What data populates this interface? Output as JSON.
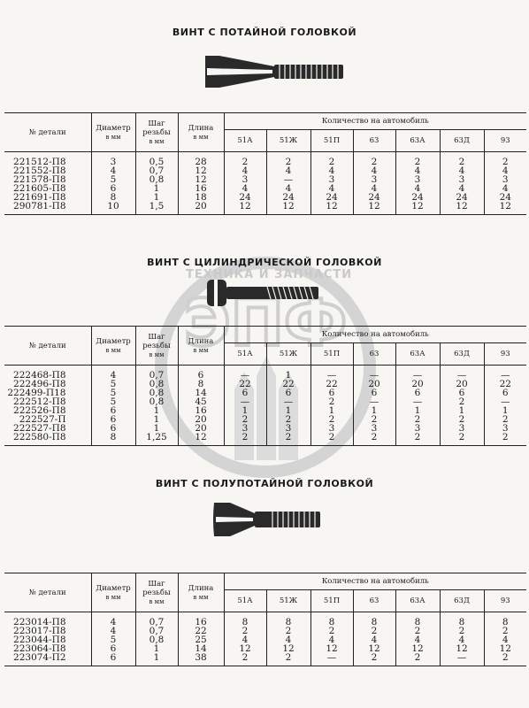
{
  "columns": {
    "part_no": "№ детали",
    "diameter": "Диаметр",
    "diameter_unit": "в мм",
    "pitch": "Шаг резьбы",
    "pitch_unit": "в мм",
    "length": "Длина",
    "length_unit": "в мм",
    "qty_group": "Количество на автомобиль",
    "models": [
      "51А",
      "51Ж",
      "51П",
      "63",
      "63А",
      "63Д",
      "93"
    ]
  },
  "watermark": {
    "text": "ТЕХНИКА И ЗАПЧАСТИ",
    "logo": "ЭПФ"
  },
  "sections": [
    {
      "title": "ВИНТ С ПОТАЙНОЙ ГОЛОВКОЙ",
      "rows": [
        [
          "221512-П8",
          "3",
          "0,5",
          "28",
          "2",
          "2",
          "2",
          "2",
          "2",
          "2",
          "2"
        ],
        [
          "221552-П8",
          "4",
          "0,7",
          "12",
          "4",
          "4",
          "4",
          "4",
          "4",
          "4",
          "4"
        ],
        [
          "221578-П8",
          "5",
          "0,8",
          "12",
          "3",
          "—",
          "3",
          "3",
          "3",
          "3",
          "3"
        ],
        [
          "221605-П8",
          "6",
          "1",
          "16",
          "4",
          "4",
          "4",
          "4",
          "4",
          "4",
          "4"
        ],
        [
          "221691-П8",
          "8",
          "1",
          "18",
          "24",
          "24",
          "24",
          "24",
          "24",
          "24",
          "24"
        ],
        [
          "290781-П8",
          "10",
          "1,5",
          "20",
          "12",
          "12",
          "12",
          "12",
          "12",
          "12",
          "12"
        ]
      ]
    },
    {
      "title": "ВИНТ С ЦИЛИНДРИЧЕСКОЙ ГОЛОВКОЙ",
      "rows": [
        [
          "222468-П8",
          "4",
          "0,7",
          "6",
          "—",
          "1",
          "—",
          "—",
          "—",
          "—",
          "—"
        ],
        [
          "222496-П8",
          "5",
          "0,8",
          "8",
          "22",
          "22",
          "22",
          "20",
          "20",
          "20",
          "22"
        ],
        [
          "222499-П18",
          "5",
          "0,8",
          "14",
          "6",
          "6",
          "6",
          "6",
          "6",
          "6",
          "6"
        ],
        [
          "222512-П8",
          "5",
          "0,8",
          "45",
          "—",
          "—",
          "2",
          "—",
          "—",
          "2",
          "—"
        ],
        [
          "222526-П8",
          "6",
          "1",
          "16",
          "1",
          "1",
          "1",
          "1",
          "1",
          "1",
          "1"
        ],
        [
          "222527-П",
          "6",
          "1",
          "20",
          "2",
          "2",
          "2",
          "2",
          "2",
          "2",
          "2"
        ],
        [
          "222527-П8",
          "6",
          "1",
          "20",
          "3",
          "3",
          "3",
          "3",
          "3",
          "3",
          "3"
        ],
        [
          "222580-П8",
          "8",
          "1,25",
          "12",
          "2",
          "2",
          "2",
          "2",
          "2",
          "2",
          "2"
        ]
      ]
    },
    {
      "title": "ВИНТ С ПОЛУПОТАЙНОЙ ГОЛОВКОЙ",
      "rows": [
        [
          "223014-П8",
          "4",
          "0,7",
          "16",
          "8",
          "8",
          "8",
          "8",
          "8",
          "8",
          "8"
        ],
        [
          "223017-П8",
          "4",
          "0,7",
          "22",
          "2",
          "2",
          "2",
          "2",
          "2",
          "2",
          "2"
        ],
        [
          "223044-П8",
          "5",
          "0,8",
          "25",
          "4",
          "4",
          "4",
          "4",
          "4",
          "4",
          "4"
        ],
        [
          "223064-П8",
          "6",
          "1",
          "14",
          "12",
          "12",
          "12",
          "12",
          "12",
          "12",
          "12"
        ],
        [
          "223074-П2",
          "6",
          "1",
          "38",
          "2",
          "2",
          "—",
          "2",
          "2",
          "—",
          "2"
        ]
      ]
    }
  ]
}
